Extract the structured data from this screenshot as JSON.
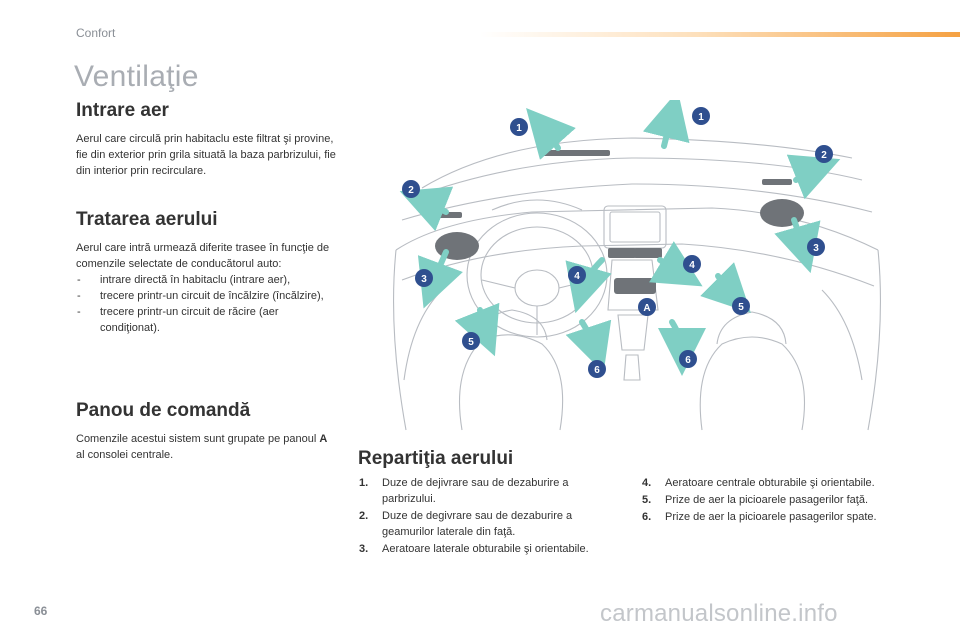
{
  "header": {
    "section": "Confort",
    "title": "Ventilaţie"
  },
  "intake": {
    "heading": "Intrare aer",
    "text": "Aerul care circulă prin habitaclu este filtrat şi provine, fie din exterior prin grila situată la baza parbrizului, fie din interior prin recirculare."
  },
  "treatment": {
    "heading": "Tratarea aerului",
    "text": "Aerul care intră urmează diferite trasee în funcţie de comenzile selectate de conducătorul auto:",
    "items": [
      "intrare directă în habitaclu (intrare aer),",
      "trecere printr-un circuit de încălzire (încălzire),",
      "trecere printr-un circuit de răcire (aer condiţionat)."
    ]
  },
  "control_panel": {
    "heading": "Panou de comandă",
    "text_before": "Comenzile acestui sistem sunt grupate pe panoul ",
    "panel_letter": "A",
    "text_after": " al consolei centrale."
  },
  "distribution": {
    "heading": "Repartiţia aerului",
    "items": [
      {
        "n": "1.",
        "text": "Duze de dejivrare sau de dezaburire a parbrizului."
      },
      {
        "n": "2.",
        "text": "Duze de degivrare sau de dezaburire a geamurilor laterale din faţă."
      },
      {
        "n": "3.",
        "text": "Aeratoare laterale obturabile şi orientabile."
      },
      {
        "n": "4.",
        "text": "Aeratoare centrale obturabile şi orientabile."
      },
      {
        "n": "5.",
        "text": "Prize de aer la picioarele pasagerilor faţă."
      },
      {
        "n": "6.",
        "text": "Prize de aer la picioarele pasagerilor spate."
      }
    ]
  },
  "illustration": {
    "badges": [
      "1",
      "1",
      "2",
      "2",
      "3",
      "3",
      "4",
      "4",
      "5",
      "5",
      "6",
      "6",
      "A"
    ],
    "badge_color": "#2f4f8f",
    "arrow_color": "#7fcfc4"
  },
  "footer": {
    "page_number": "66",
    "watermark": "carmanualsonline.info"
  }
}
